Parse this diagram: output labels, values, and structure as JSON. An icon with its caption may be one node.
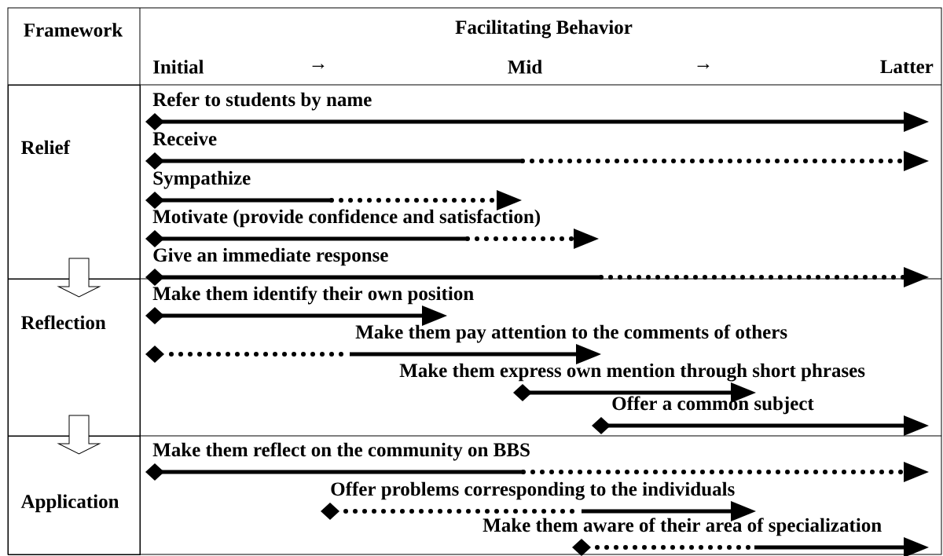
{
  "diagram": {
    "nodes": [
      {
        "text": [
          "Relief"
        ]
      },
      {
        "text": [
          "Reflection"
        ]
      },
      {
        "text": [
          "Application"
        ]
      }
    ],
    "edges": [
      {
        "from": 0,
        "to": 1,
        "arrow": "to"
      },
      {
        "from": 1,
        "to": 2,
        "arrow": "to"
      }
    ],
    "labels": [
      "Framework",
      "Facilitating Behavior",
      "Initial",
      "→",
      "Mid",
      "→",
      "Latter",
      "Refer to students by name",
      "Receive",
      "Sympathize",
      "Motivate (provide confidence and satisfaction)",
      "Give an immediate response",
      "Make them identify their own position",
      "Make them pay attention to the comments of others",
      "Make them express own mention through short phrases",
      "Offer a common subject",
      "Make them reflect on the community on BBS",
      "Offer problems corresponding to the individuals",
      "Make them aware of their area of specialization"
    ]
  }
}
